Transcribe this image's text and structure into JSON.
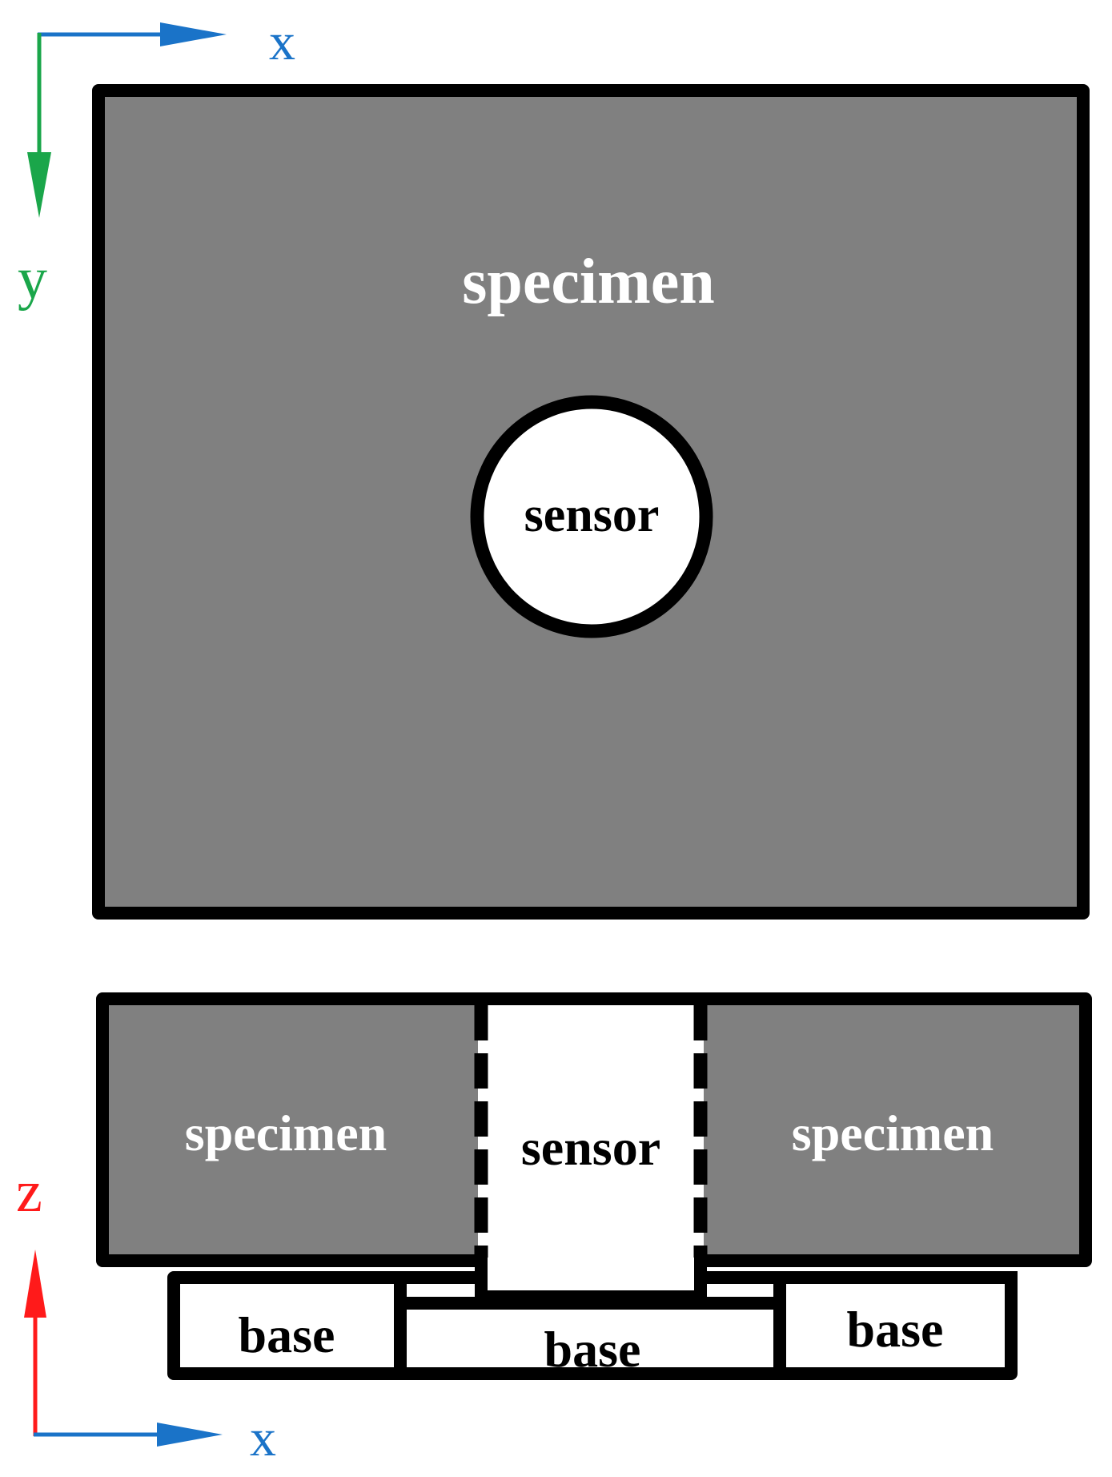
{
  "top_view": {
    "specimen_label": "specimen",
    "sensor_label": "sensor",
    "axis_x_label": "x",
    "axis_y_label": "y"
  },
  "side_view": {
    "specimen_left_label": "specimen",
    "sensor_label": "sensor",
    "specimen_right_label": "specimen",
    "base_left_label": "base",
    "base_center_label": "base",
    "base_right_label": "base",
    "axis_z_label": "z",
    "axis_x_label": "x"
  },
  "colors": {
    "specimen_fill": "#808080",
    "outline": "#000000",
    "sensor_fill": "#ffffff",
    "axis_x": "#1a73c8",
    "axis_y": "#1aa64a",
    "axis_z": "#ff1a1a"
  }
}
